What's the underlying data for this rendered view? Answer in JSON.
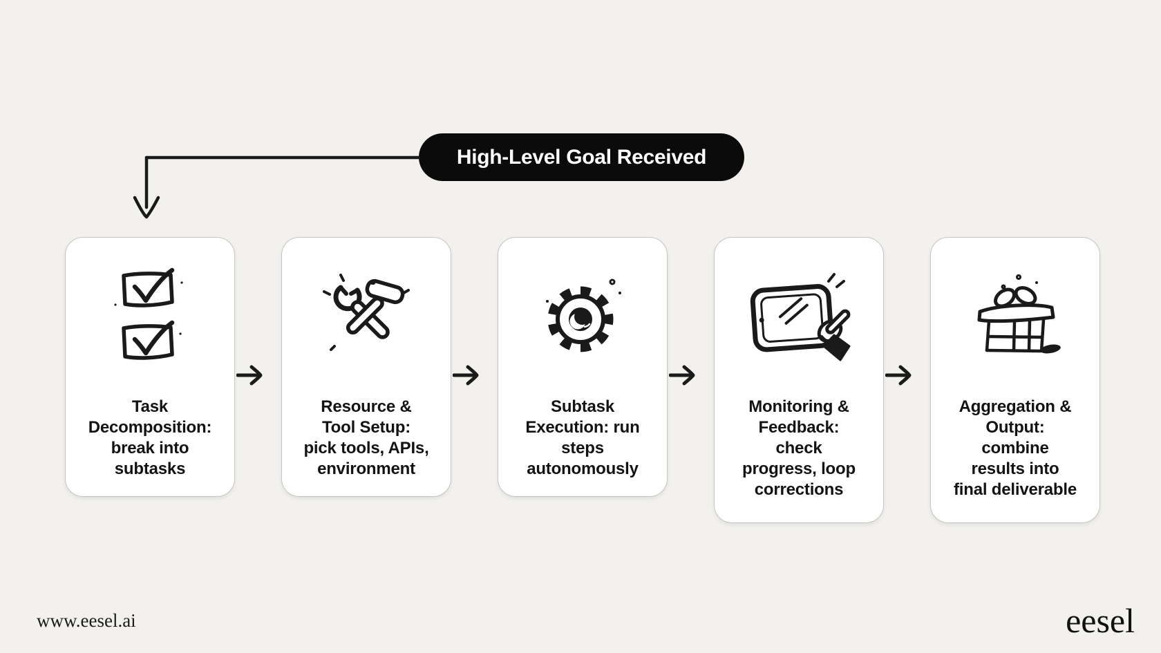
{
  "pill": {
    "label": "High-Level Goal Received"
  },
  "cards": [
    {
      "icon": "double-checkbox",
      "text": "Task\nDecomposition:\nbreak into\nsubtasks"
    },
    {
      "icon": "wrench-hammer",
      "text": "Resource &\nTool Setup:\npick tools, APIs,\nenvironment"
    },
    {
      "icon": "gear",
      "text": "Subtask\nExecution: run\nsteps\nautonomously"
    },
    {
      "icon": "tablet-touch",
      "text": "Monitoring &\nFeedback:\ncheck\nprogress, loop\ncorrections"
    },
    {
      "icon": "gift-box",
      "text": "Aggregation &\nOutput:\ncombine\nresults into\nfinal deliverable"
    }
  ],
  "footer": {
    "website": "www.eesel.ai",
    "brand": "eesel"
  },
  "colors": {
    "background": "#f2f1ee",
    "card_bg": "#ffffff",
    "card_border": "#c6c5c3",
    "ink": "#1a1a1a",
    "pill_bg": "#0b0b0b",
    "pill_text": "#ffffff"
  }
}
